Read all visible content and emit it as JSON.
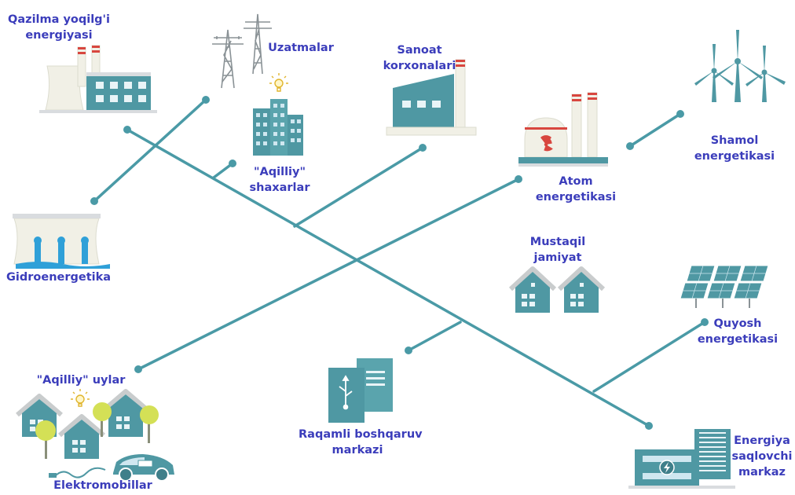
{
  "labels": {
    "fossil": [
      "Qazilma yoqilg'i",
      "energiyasi"
    ],
    "grid": [
      "Uzatmalar"
    ],
    "industry": [
      "Sanoat",
      "korxonalari"
    ],
    "smart_city": [
      "\"Aqilliy\"",
      "shaxarlar"
    ],
    "nuclear": [
      "Atom",
      "energetikasi"
    ],
    "wind": [
      "Shamol",
      "energetikasi"
    ],
    "hydro": [
      "Gidroenergetika"
    ],
    "community": [
      "Mustaqil",
      "jamiyat"
    ],
    "solar": [
      "Quyosh",
      "energetikasi"
    ],
    "smart_homes": [
      "\"Aqilliy\" uylar"
    ],
    "ev": [
      "Elektromobillar"
    ],
    "digital_center": [
      "Raqamli boshqaruv",
      "markazi"
    ],
    "storage": [
      "Energiya",
      "saqlovchi",
      "markaz"
    ]
  },
  "colors": {
    "line": "#4a9aa6",
    "label": "#3b3dbb",
    "teal": "#4f98a3",
    "teal_dark": "#3f7f8a",
    "light_blue": "#cfe7f0",
    "cream": "#f1f0e6",
    "gray": "#d9dcdf",
    "red": "#d8463f",
    "yellow": "#d4e056",
    "water": "#2fa0d8"
  },
  "icons": [
    "power-plant-icon",
    "transmission-tower-icon",
    "factory-icon",
    "smart-city-icon",
    "nuclear-plant-icon",
    "wind-turbine-icon",
    "hydro-dam-icon",
    "house-icon",
    "solar-panel-icon",
    "smart-home-icon",
    "electric-car-icon",
    "server-icon",
    "battery-storage-icon",
    "lightbulb-icon",
    "radiation-icon"
  ]
}
